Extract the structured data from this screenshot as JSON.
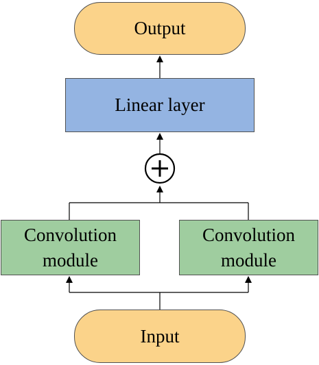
{
  "diagram": {
    "output_label": "Output",
    "linear_label": "Linear layer",
    "conv_left_line1": "Convolution",
    "conv_left_line2": "module",
    "conv_right_line1": "Convolution",
    "conv_right_line2": "module",
    "input_label": "Input",
    "sum_node": "plus-circle-icon"
  },
  "colors": {
    "terminal_fill": "#fbd38a",
    "linear_fill": "#94b4e2",
    "conv_fill": "#9fcd9f",
    "stroke": "#505050",
    "line": "#000000"
  }
}
